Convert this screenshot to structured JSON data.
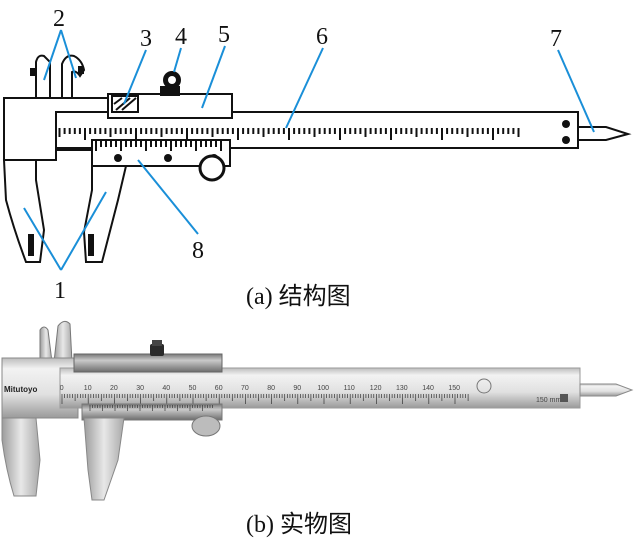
{
  "diagram": {
    "callouts": [
      "1",
      "2",
      "3",
      "4",
      "5",
      "6",
      "7",
      "8"
    ],
    "caption": "(a) 结构图"
  },
  "photo": {
    "caption": "(b) 实物图",
    "brand": "Mitutoyo",
    "scale_numbers": [
      "0",
      "10",
      "20",
      "30",
      "40",
      "50",
      "60",
      "70",
      "80",
      "90",
      "100",
      "110",
      "120",
      "130",
      "140",
      "150"
    ],
    "range_label": "150 mm"
  },
  "colors": {
    "callout_line": "#1a8fd8",
    "ink": "#111111",
    "steel_light": "#e6e6e6",
    "steel_dark": "#8c8c8c"
  }
}
